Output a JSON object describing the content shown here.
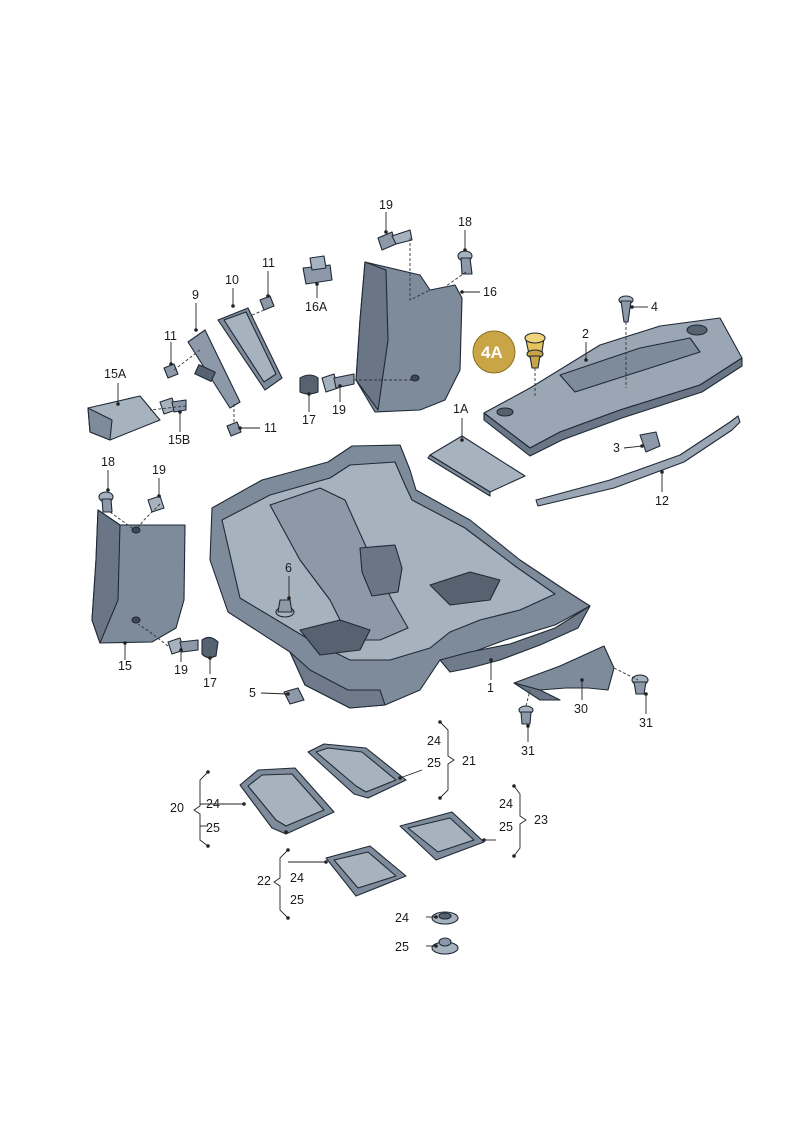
{
  "colors": {
    "part_fill": "#7e8b9b",
    "part_light": "#a7b2bf",
    "part_dark": "#56626f",
    "part_outline": "#1f2a36",
    "highlight": "#c9a547"
  },
  "callouts": {
    "c1": "1",
    "c1A": "1A",
    "c2": "2",
    "c3": "3",
    "c4": "4",
    "c4A": "4A",
    "c5": "5",
    "c6": "6",
    "c9": "9",
    "c10": "10",
    "c11a": "11",
    "c11b": "11",
    "c11c": "11",
    "c12": "12",
    "c15": "15",
    "c15A": "15A",
    "c15B": "15B",
    "c16": "16",
    "c16A": "16A",
    "c17a": "17",
    "c17b": "17",
    "c18a": "18",
    "c18b": "18",
    "c19a": "19",
    "c19b": "19",
    "c19c": "19",
    "c19d": "19",
    "c20": "20",
    "c21": "21",
    "c22": "22",
    "c23": "23",
    "c24a": "24",
    "c24b": "24",
    "c24c": "24",
    "c24d": "24",
    "c24e": "24",
    "c25a": "25",
    "c25b": "25",
    "c25c": "25",
    "c25d": "25",
    "c25e": "25",
    "c30": "30",
    "c31a": "31",
    "c31b": "31"
  }
}
